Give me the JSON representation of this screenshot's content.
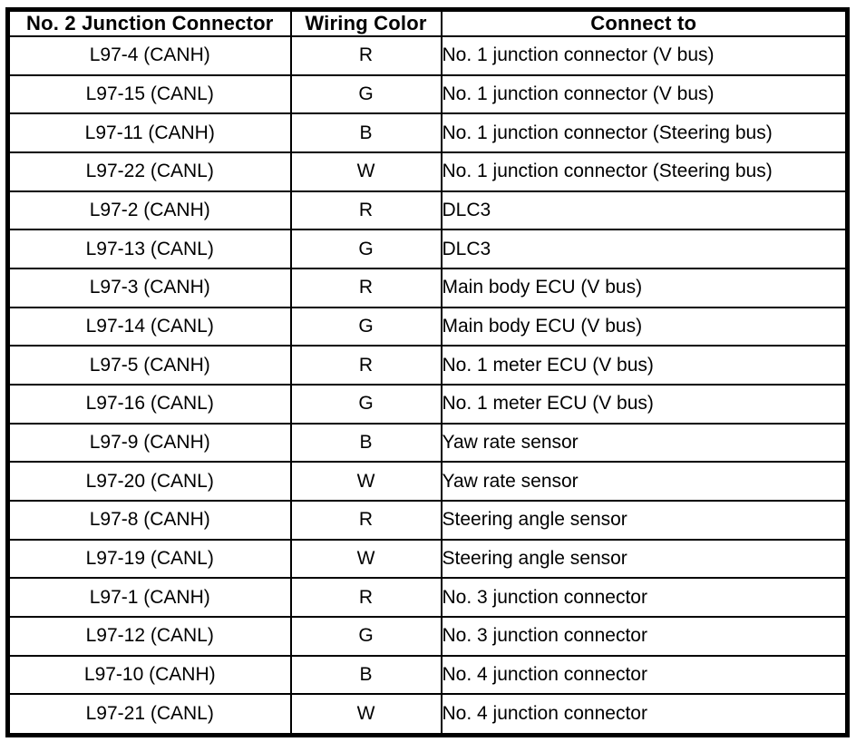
{
  "table": {
    "columns": [
      {
        "label": "No. 2 Junction Connector"
      },
      {
        "label": "Wiring Color"
      },
      {
        "label": "Connect to"
      }
    ],
    "rows": [
      {
        "connector": "L97-4 (CANH)",
        "color": "R",
        "connect_to": "No. 1 junction connector (V bus)"
      },
      {
        "connector": "L97-15 (CANL)",
        "color": "G",
        "connect_to": "No. 1 junction connector (V bus)"
      },
      {
        "connector": "L97-11 (CANH)",
        "color": "B",
        "connect_to": "No. 1 junction connector (Steering bus)"
      },
      {
        "connector": "L97-22 (CANL)",
        "color": "W",
        "connect_to": "No. 1 junction connector (Steering bus)"
      },
      {
        "connector": "L97-2 (CANH)",
        "color": "R",
        "connect_to": "DLC3"
      },
      {
        "connector": "L97-13 (CANL)",
        "color": "G",
        "connect_to": "DLC3"
      },
      {
        "connector": "L97-3 (CANH)",
        "color": "R",
        "connect_to": "Main body ECU (V bus)"
      },
      {
        "connector": "L97-14 (CANL)",
        "color": "G",
        "connect_to": "Main body ECU (V bus)"
      },
      {
        "connector": "L97-5 (CANH)",
        "color": "R",
        "connect_to": "No. 1 meter ECU (V bus)"
      },
      {
        "connector": "L97-16 (CANL)",
        "color": "G",
        "connect_to": "No. 1 meter ECU (V bus)"
      },
      {
        "connector": "L97-9 (CANH)",
        "color": "B",
        "connect_to": "Yaw rate sensor"
      },
      {
        "connector": "L97-20 (CANL)",
        "color": "W",
        "connect_to": "Yaw rate sensor"
      },
      {
        "connector": "L97-8 (CANH)",
        "color": "R",
        "connect_to": "Steering angle sensor"
      },
      {
        "connector": "L97-19 (CANL)",
        "color": "W",
        "connect_to": "Steering angle sensor"
      },
      {
        "connector": "L97-1 (CANH)",
        "color": "R",
        "connect_to": "No. 3 junction connector"
      },
      {
        "connector": "L97-12 (CANL)",
        "color": "G",
        "connect_to": "No. 3 junction connector"
      },
      {
        "connector": "L97-10 (CANH)",
        "color": "B",
        "connect_to": "No. 4 junction connector"
      },
      {
        "connector": "L97-21 (CANL)",
        "color": "W",
        "connect_to": "No. 4 junction connector"
      }
    ]
  },
  "colors": {
    "border": "#000000",
    "background": "#ffffff",
    "text": "#000000"
  }
}
